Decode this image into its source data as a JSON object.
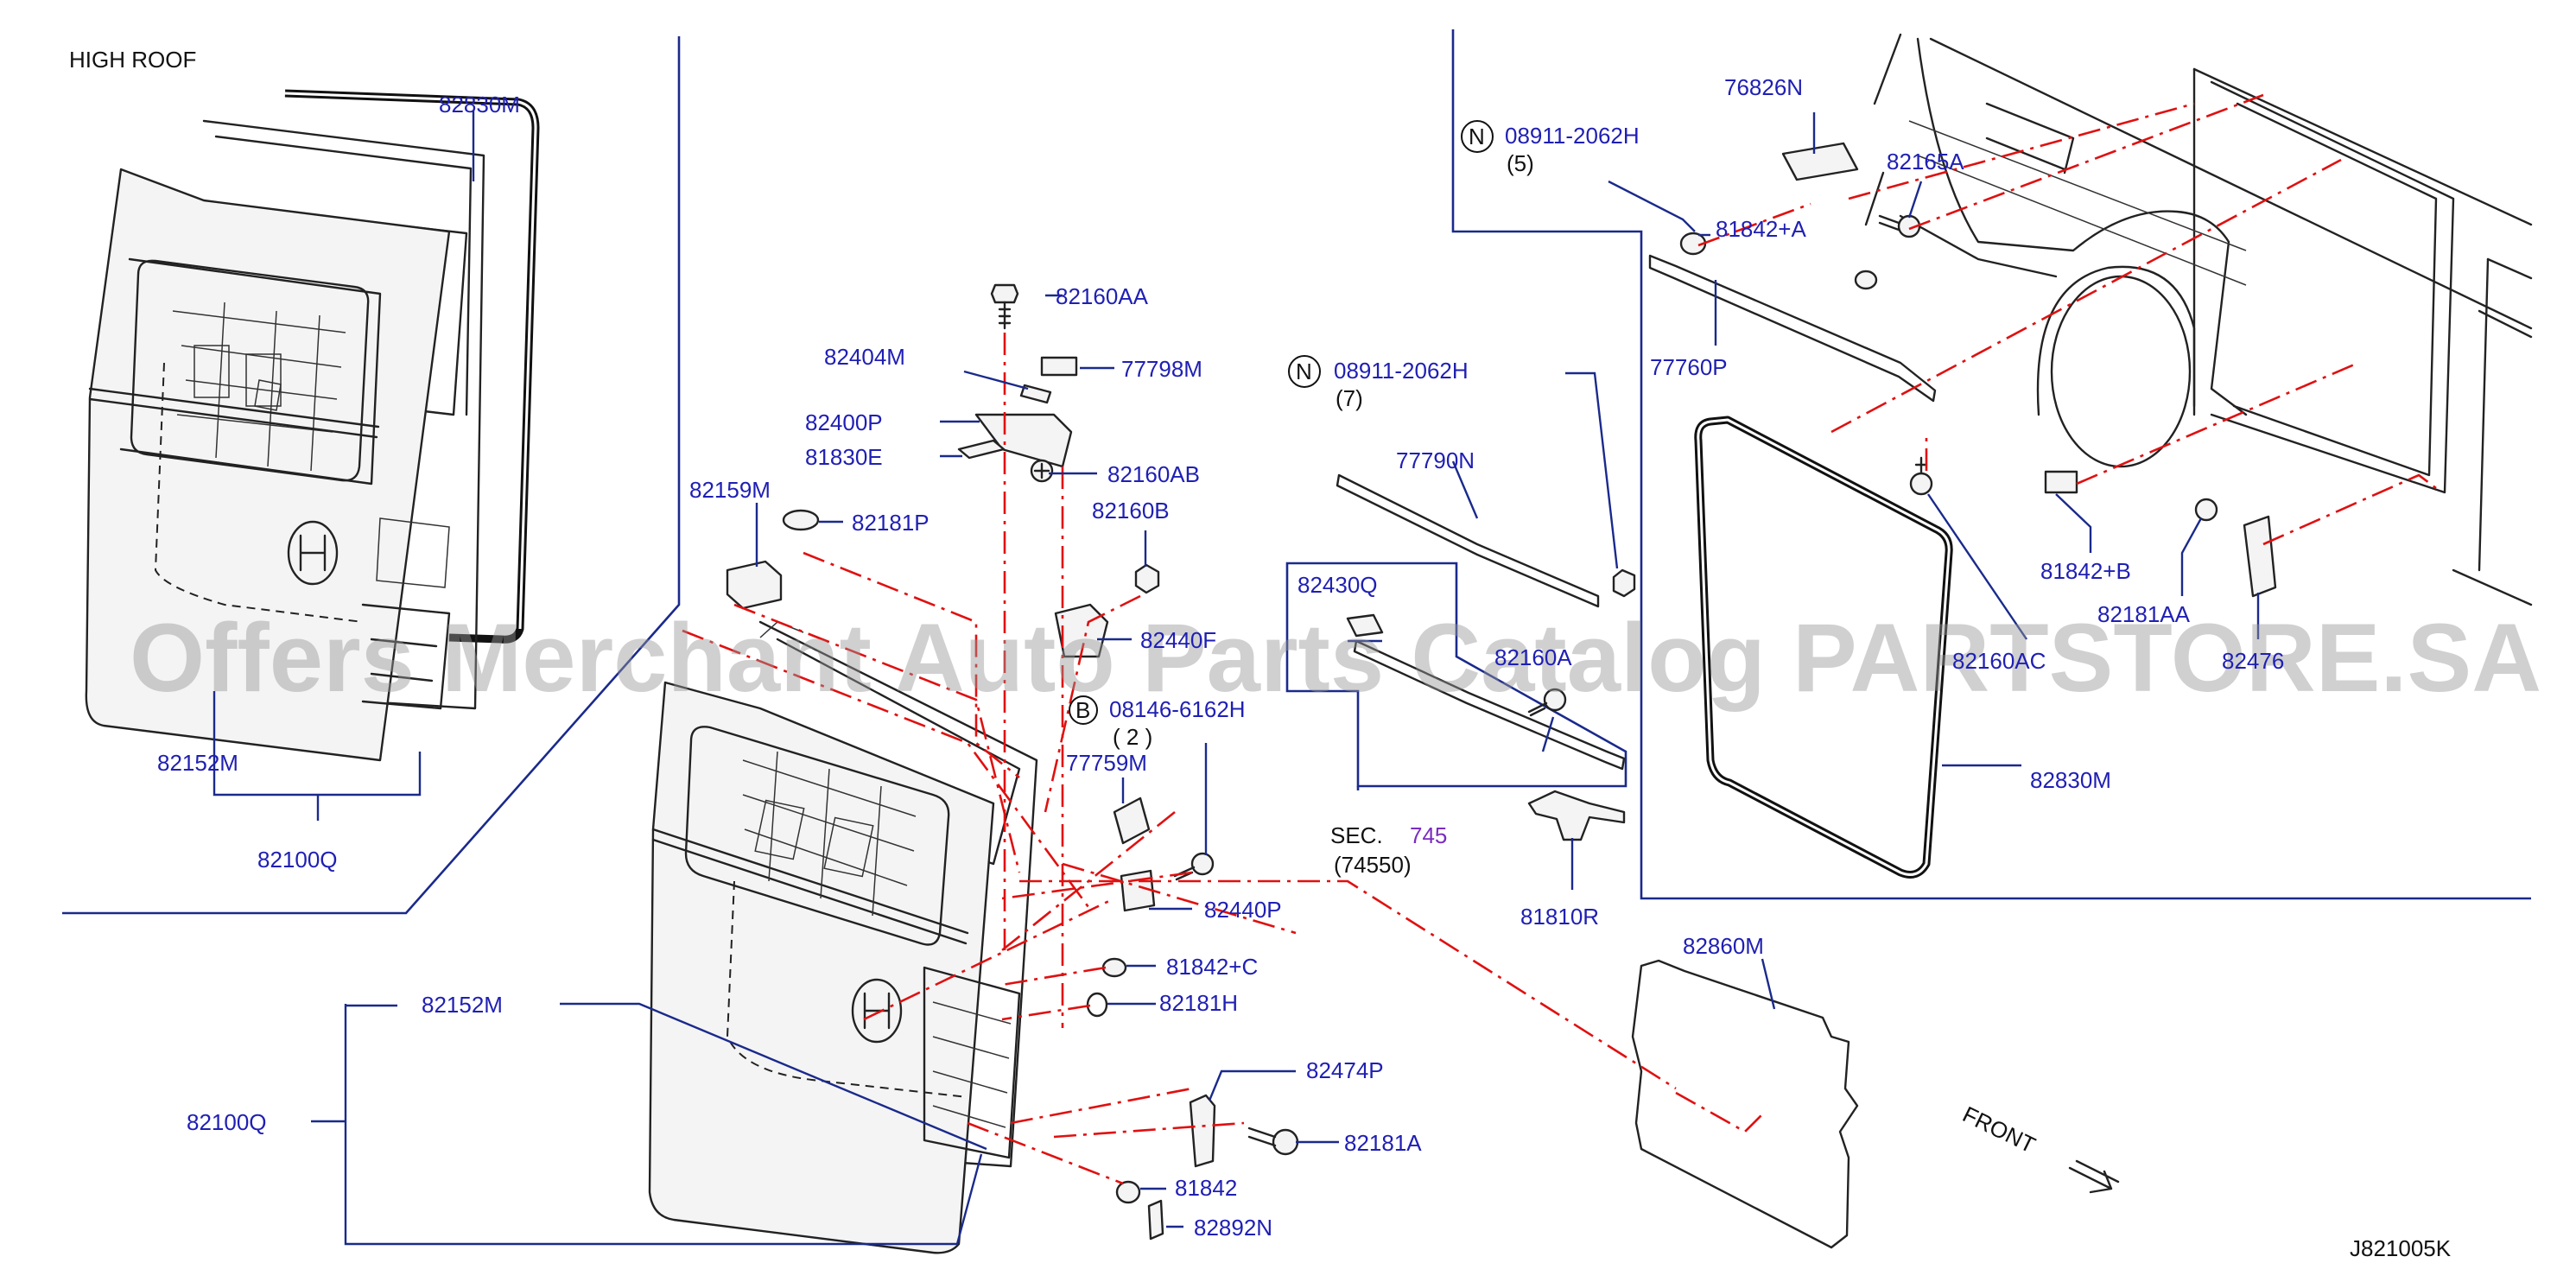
{
  "header": {
    "high_roof": "HIGH   ROOF"
  },
  "diagram_code": "J821005K",
  "watermark": "Offers Merchant Auto Parts Catalog PARTSTORE.SA",
  "front_label": "FRONT",
  "symbols": {
    "n": "N",
    "b": "B"
  },
  "colors": {
    "label_blue": "#1f1fb4",
    "leader_blue": "#1a2a8c",
    "guide_red": "#e01010",
    "sec_ref": "#7a2cc0"
  },
  "labels": {
    "p82830m_a": "82830M",
    "p82152m_a": "82152M",
    "p82100q_a": "82100Q",
    "p82160aa": "82160AA",
    "p82404m": "82404M",
    "p77798m": "77798M",
    "p82400p": "82400P",
    "p81830e": "81830E",
    "p82160ab": "82160AB",
    "p82159m": "82159M",
    "p82181p": "82181P",
    "p82160b": "82160B",
    "p82440f": "82440F",
    "p08146": "08146-6162H",
    "p08146_qty": "(  2  )",
    "p77759m": "77759M",
    "p82440p": "82440P",
    "p81842c": "81842+C",
    "p82181h": "82181H",
    "p82152m_b": "82152M",
    "p82100q_b": "82100Q",
    "p82474p": "82474P",
    "p82181a": "82181A",
    "p81842": "81842",
    "p82892n": "82892N",
    "p08911_a": "08911-2062H",
    "p08911_a_qty": "(5)",
    "p08911_b": "08911-2062H",
    "p08911_b_qty": "(7)",
    "p77790n": "77790N",
    "p82430q": "82430Q",
    "p82160a": "82160A",
    "sec_label": "SEC.",
    "sec_num": "745",
    "sec_sub": "(74550)",
    "p81810r": "81810R",
    "p76826n": "76826N",
    "p82165a": "82165A",
    "p81842a": "81842+A",
    "p77760p": "77760P",
    "p81842b": "81842+B",
    "p82181aa": "82181AA",
    "p82160ac": "82160AC",
    "p82476": "82476",
    "p82830m_b": "82830M",
    "p82860m": "82860M"
  }
}
